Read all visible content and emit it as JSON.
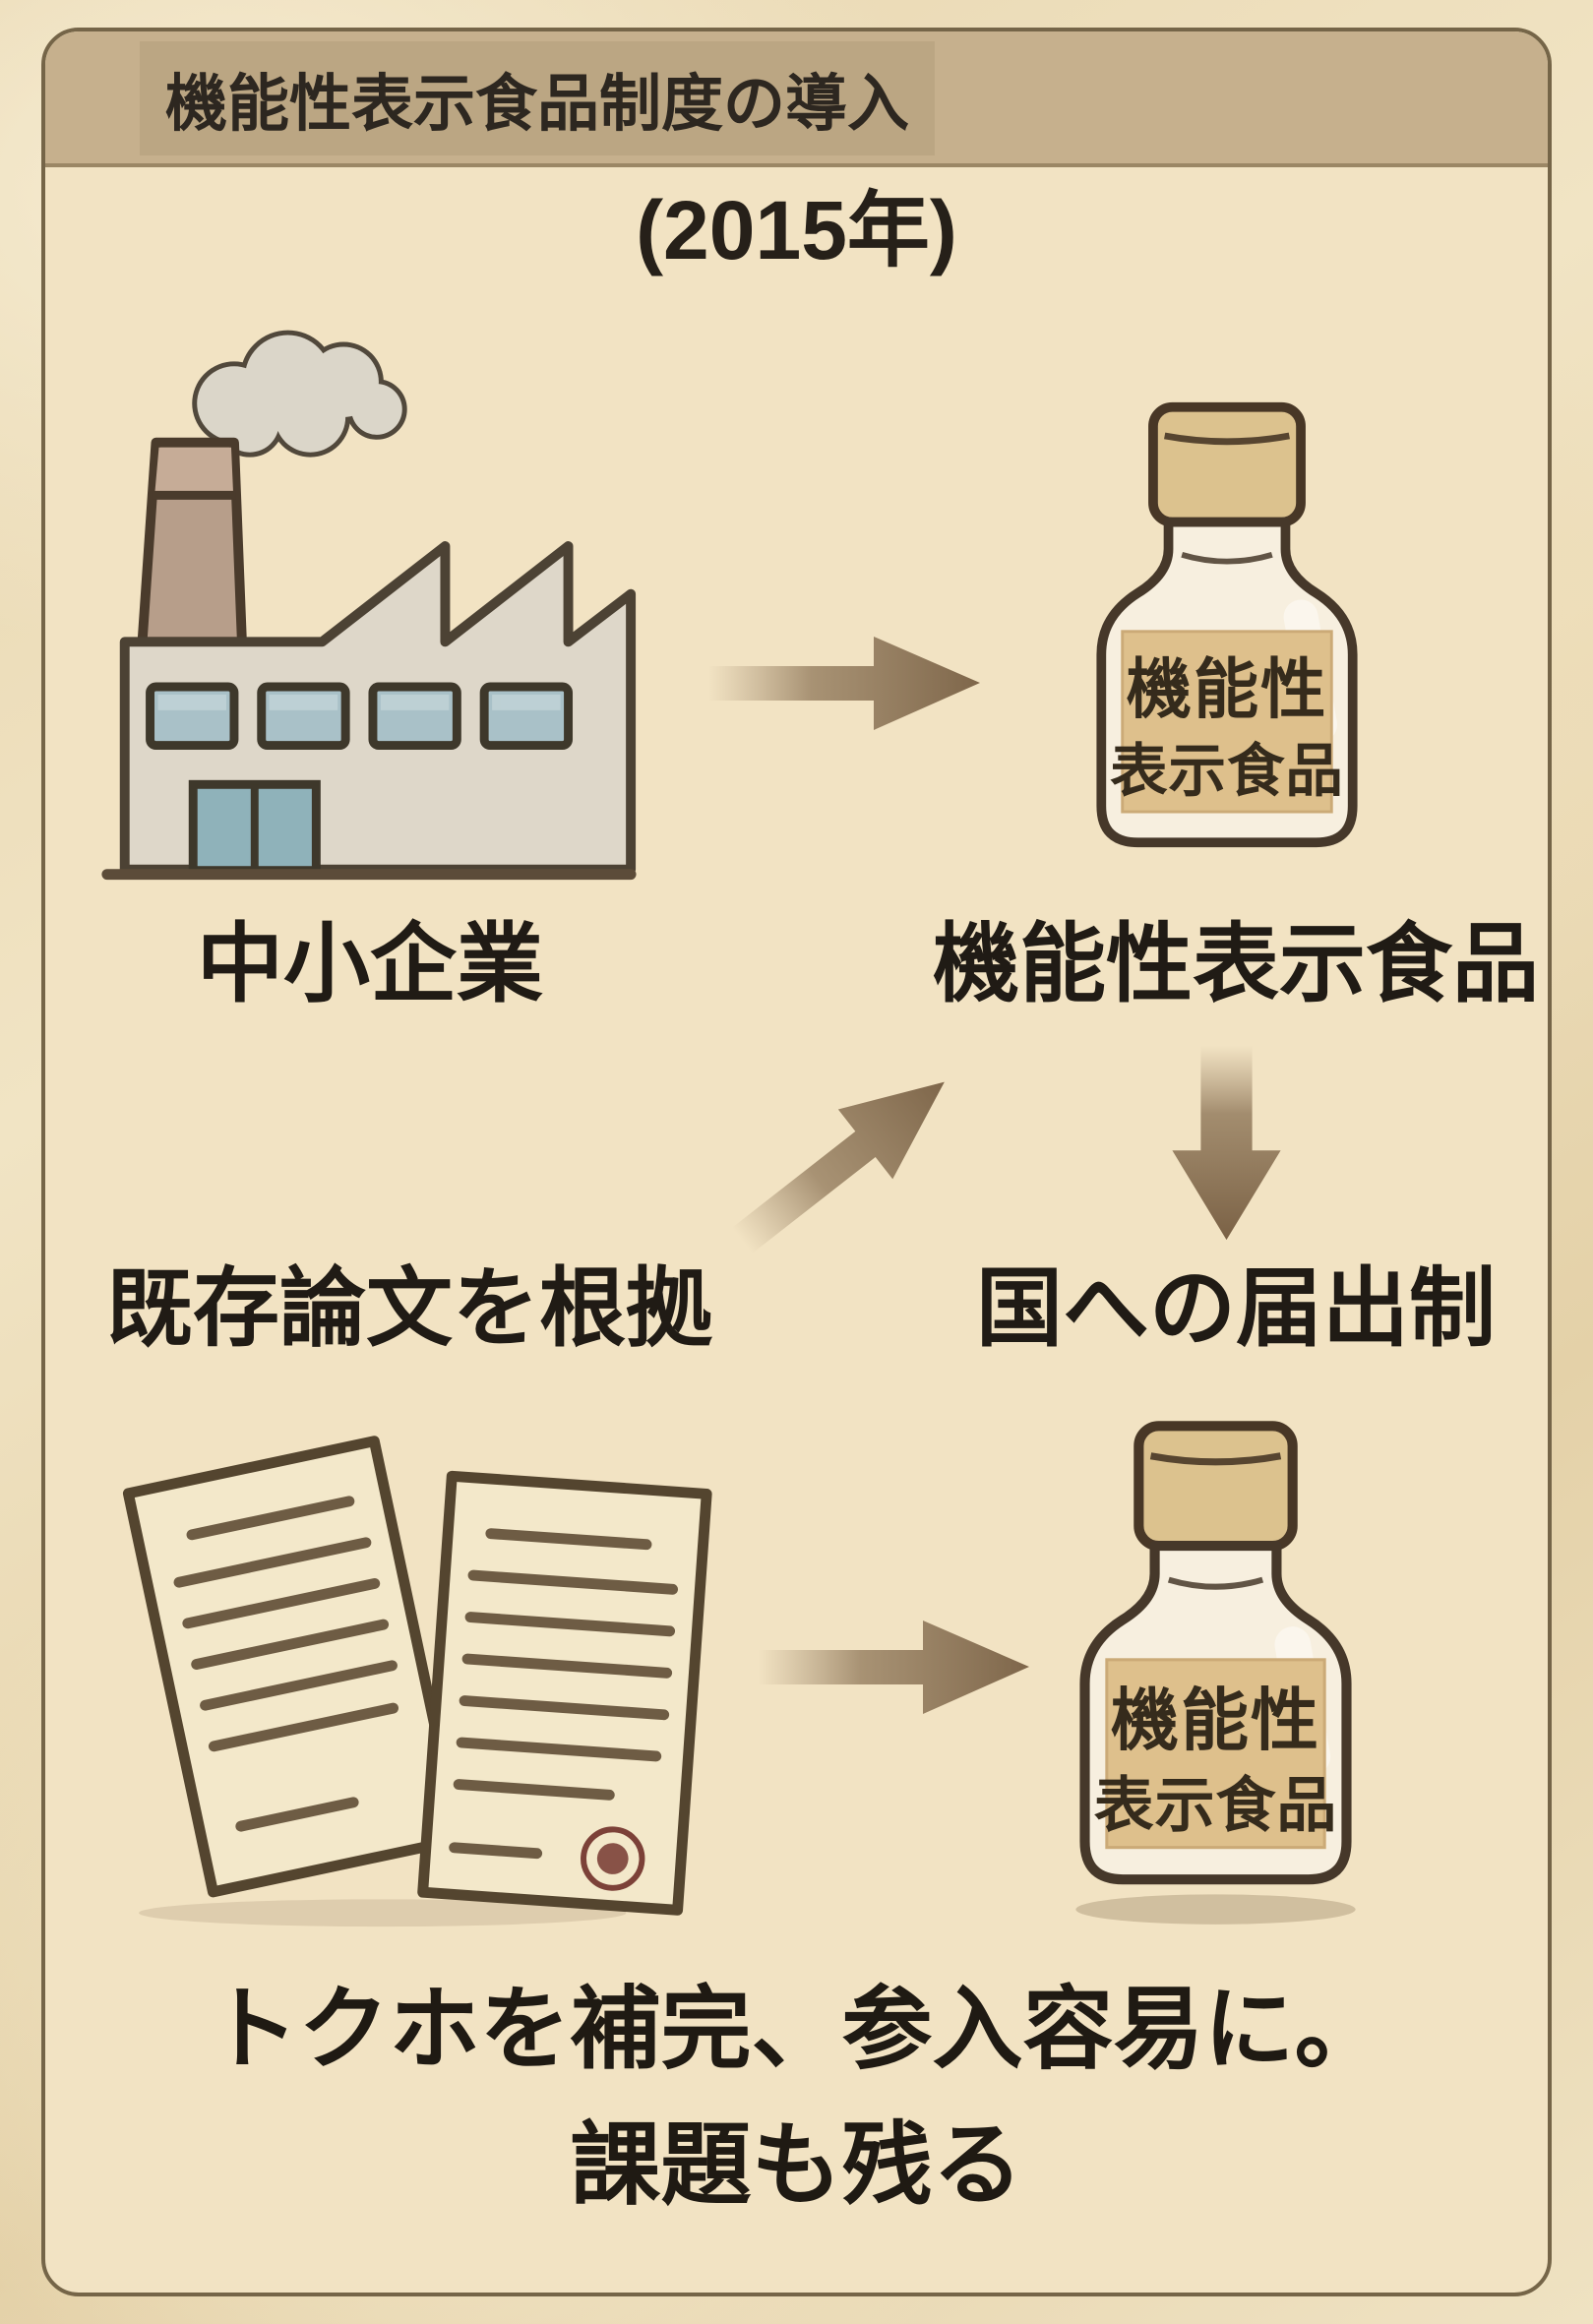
{
  "header": {
    "title": "機能性表示食品制度の導入",
    "subtitle": "(2015年)"
  },
  "flow": {
    "company_label": "中小企業",
    "product_label": "機能性表示食品",
    "evidence_label": "既存論文を根拠",
    "notification_label": "国への届出制"
  },
  "bottle_label": {
    "line1": "機能性",
    "line2": "表示食品"
  },
  "footer": {
    "line1": "トクホを補完、参入容易に。",
    "line2": "課題も残る"
  },
  "icons": {
    "factory": "factory-icon",
    "smoke": "smoke-icon",
    "bottle": "supplement-bottle-icon",
    "documents": "documents-icon",
    "seal": "seal-icon",
    "arrow_right": "arrow-right-icon",
    "arrow_up_right": "arrow-up-right-icon",
    "arrow_down": "arrow-down-icon"
  },
  "colors": {
    "frame_bg": "#E9D8B2",
    "card_bg": "#F2E3C3",
    "header_bar": "#C6B08D",
    "arrow_brown": "#8B7355",
    "bottle_label_bg": "#DEC08C",
    "seal_red": "#7C4138",
    "text": "#201B15"
  }
}
